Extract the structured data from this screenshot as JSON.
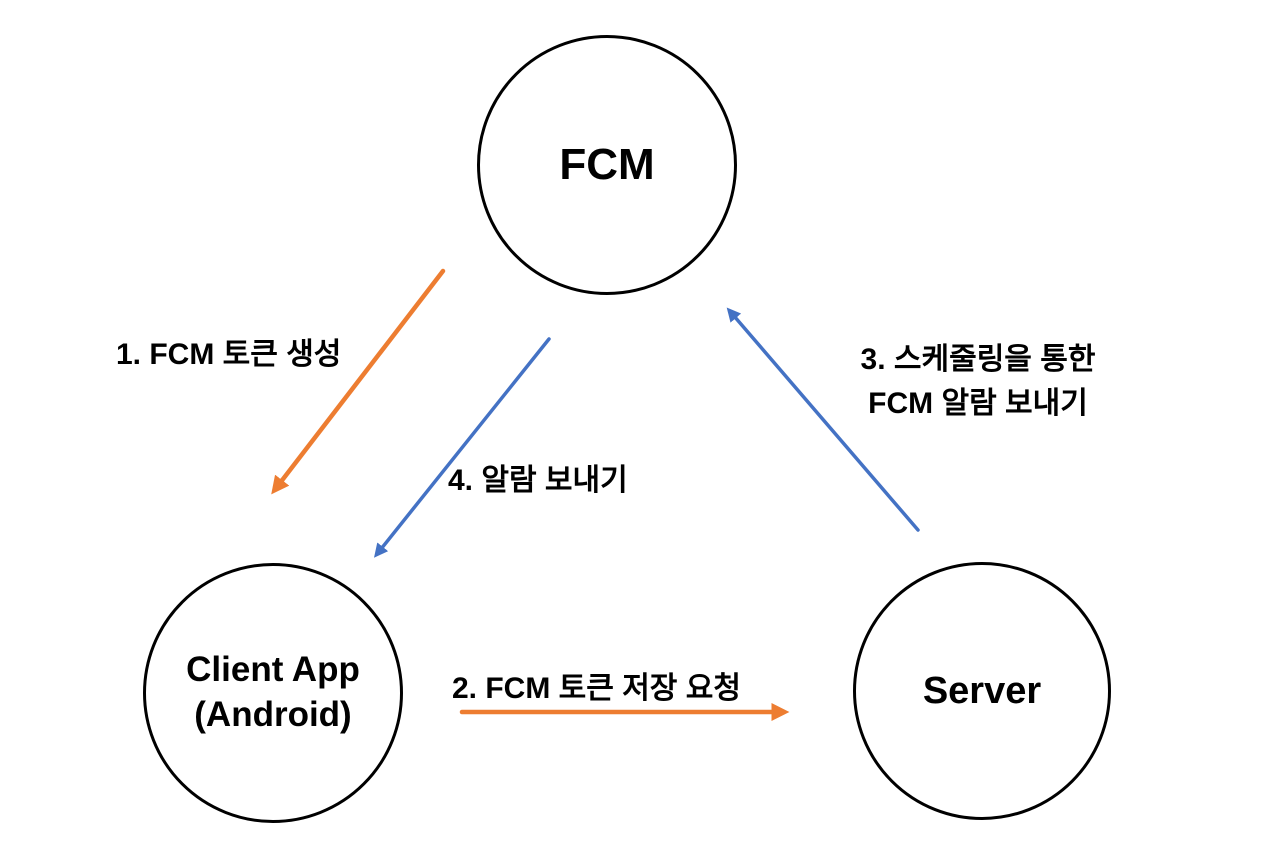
{
  "diagram": {
    "type": "flow-diagram",
    "topic": "FCM push notification flow"
  },
  "nodes": {
    "fcm": {
      "label": "FCM"
    },
    "client_app": {
      "label_line1": "Client App",
      "label_line2": "(Android)"
    },
    "server": {
      "label": "Server"
    }
  },
  "edges": {
    "token_create": {
      "label": "1. FCM 토큰 생성",
      "from": "FCM",
      "to": "Client App (Android)",
      "color": "#ED7D31"
    },
    "token_save_request": {
      "label": "2. FCM 토큰 저장 요청",
      "from": "Client App (Android)",
      "to": "Server",
      "color": "#ED7D31"
    },
    "scheduled_push": {
      "label_line1": "3. 스케줄링을 통한",
      "label_line2": "FCM 알람 보내기",
      "from": "Server",
      "to": "FCM",
      "color": "#4472C4"
    },
    "send_alarm": {
      "label": "4. 알람 보내기",
      "from": "FCM",
      "to": "Client App (Android)",
      "color": "#4472C4"
    }
  },
  "colors": {
    "background": "#ffffff",
    "node_border": "#000000",
    "text": "#000000",
    "orange_accent": "#ED7D31",
    "blue_accent": "#4472C4"
  }
}
